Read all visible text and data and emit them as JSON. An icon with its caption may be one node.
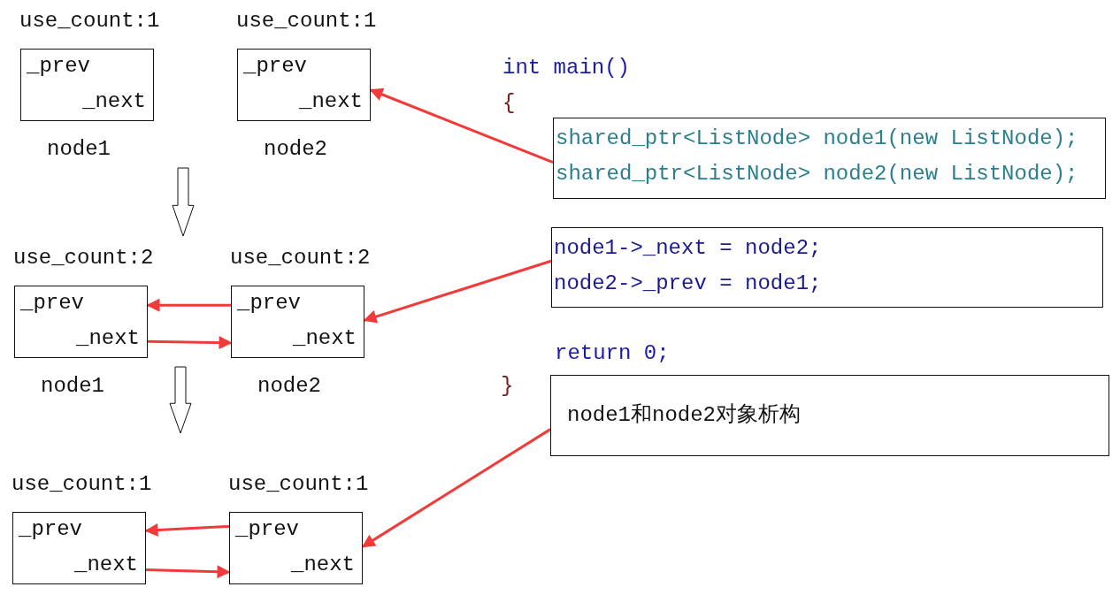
{
  "diagram": {
    "nodes": [
      {
        "text": [
          "use_count:1",
          "_prev",
          "_next"
        ],
        "beside": [
          "node1"
        ]
      },
      {
        "text": [
          "use_count:1",
          "_prev",
          "_next"
        ],
        "beside": [
          "node2"
        ]
      },
      {
        "text": [
          "shared_ptr<ListNode> node1(new ListNode);",
          "shared_ptr<ListNode> node2(new ListNode);"
        ]
      },
      {
        "text": [
          "use_count:2",
          "_prev",
          "_next"
        ],
        "beside": [
          "node1"
        ]
      },
      {
        "text": [
          "use_count:2",
          "_prev",
          "_next"
        ],
        "beside": [
          "node2"
        ]
      },
      {
        "text": [
          "node1->_next = node2;",
          "node2->_prev = node1;"
        ]
      },
      {
        "text": [
          "node1和node2对象析构"
        ]
      },
      {
        "text": [
          "use_count:1",
          "_prev",
          "_next"
        ]
      },
      {
        "text": [
          "use_count:1",
          "_prev",
          "_next"
        ]
      }
    ],
    "edges": [
      {
        "from": 2,
        "to": 1,
        "arrow": "to"
      },
      {
        "from": 4,
        "to": 3,
        "arrow": "to"
      },
      {
        "from": 3,
        "to": 4,
        "arrow": "to"
      },
      {
        "from": 5,
        "to": 4,
        "arrow": "to"
      },
      {
        "from": 8,
        "to": 7,
        "arrow": "to"
      },
      {
        "from": 7,
        "to": 8,
        "arrow": "to"
      },
      {
        "from": 6,
        "to": 8,
        "arrow": "to"
      }
    ],
    "labels": [
      "int main()",
      "{",
      "return 0;",
      "}"
    ]
  }
}
